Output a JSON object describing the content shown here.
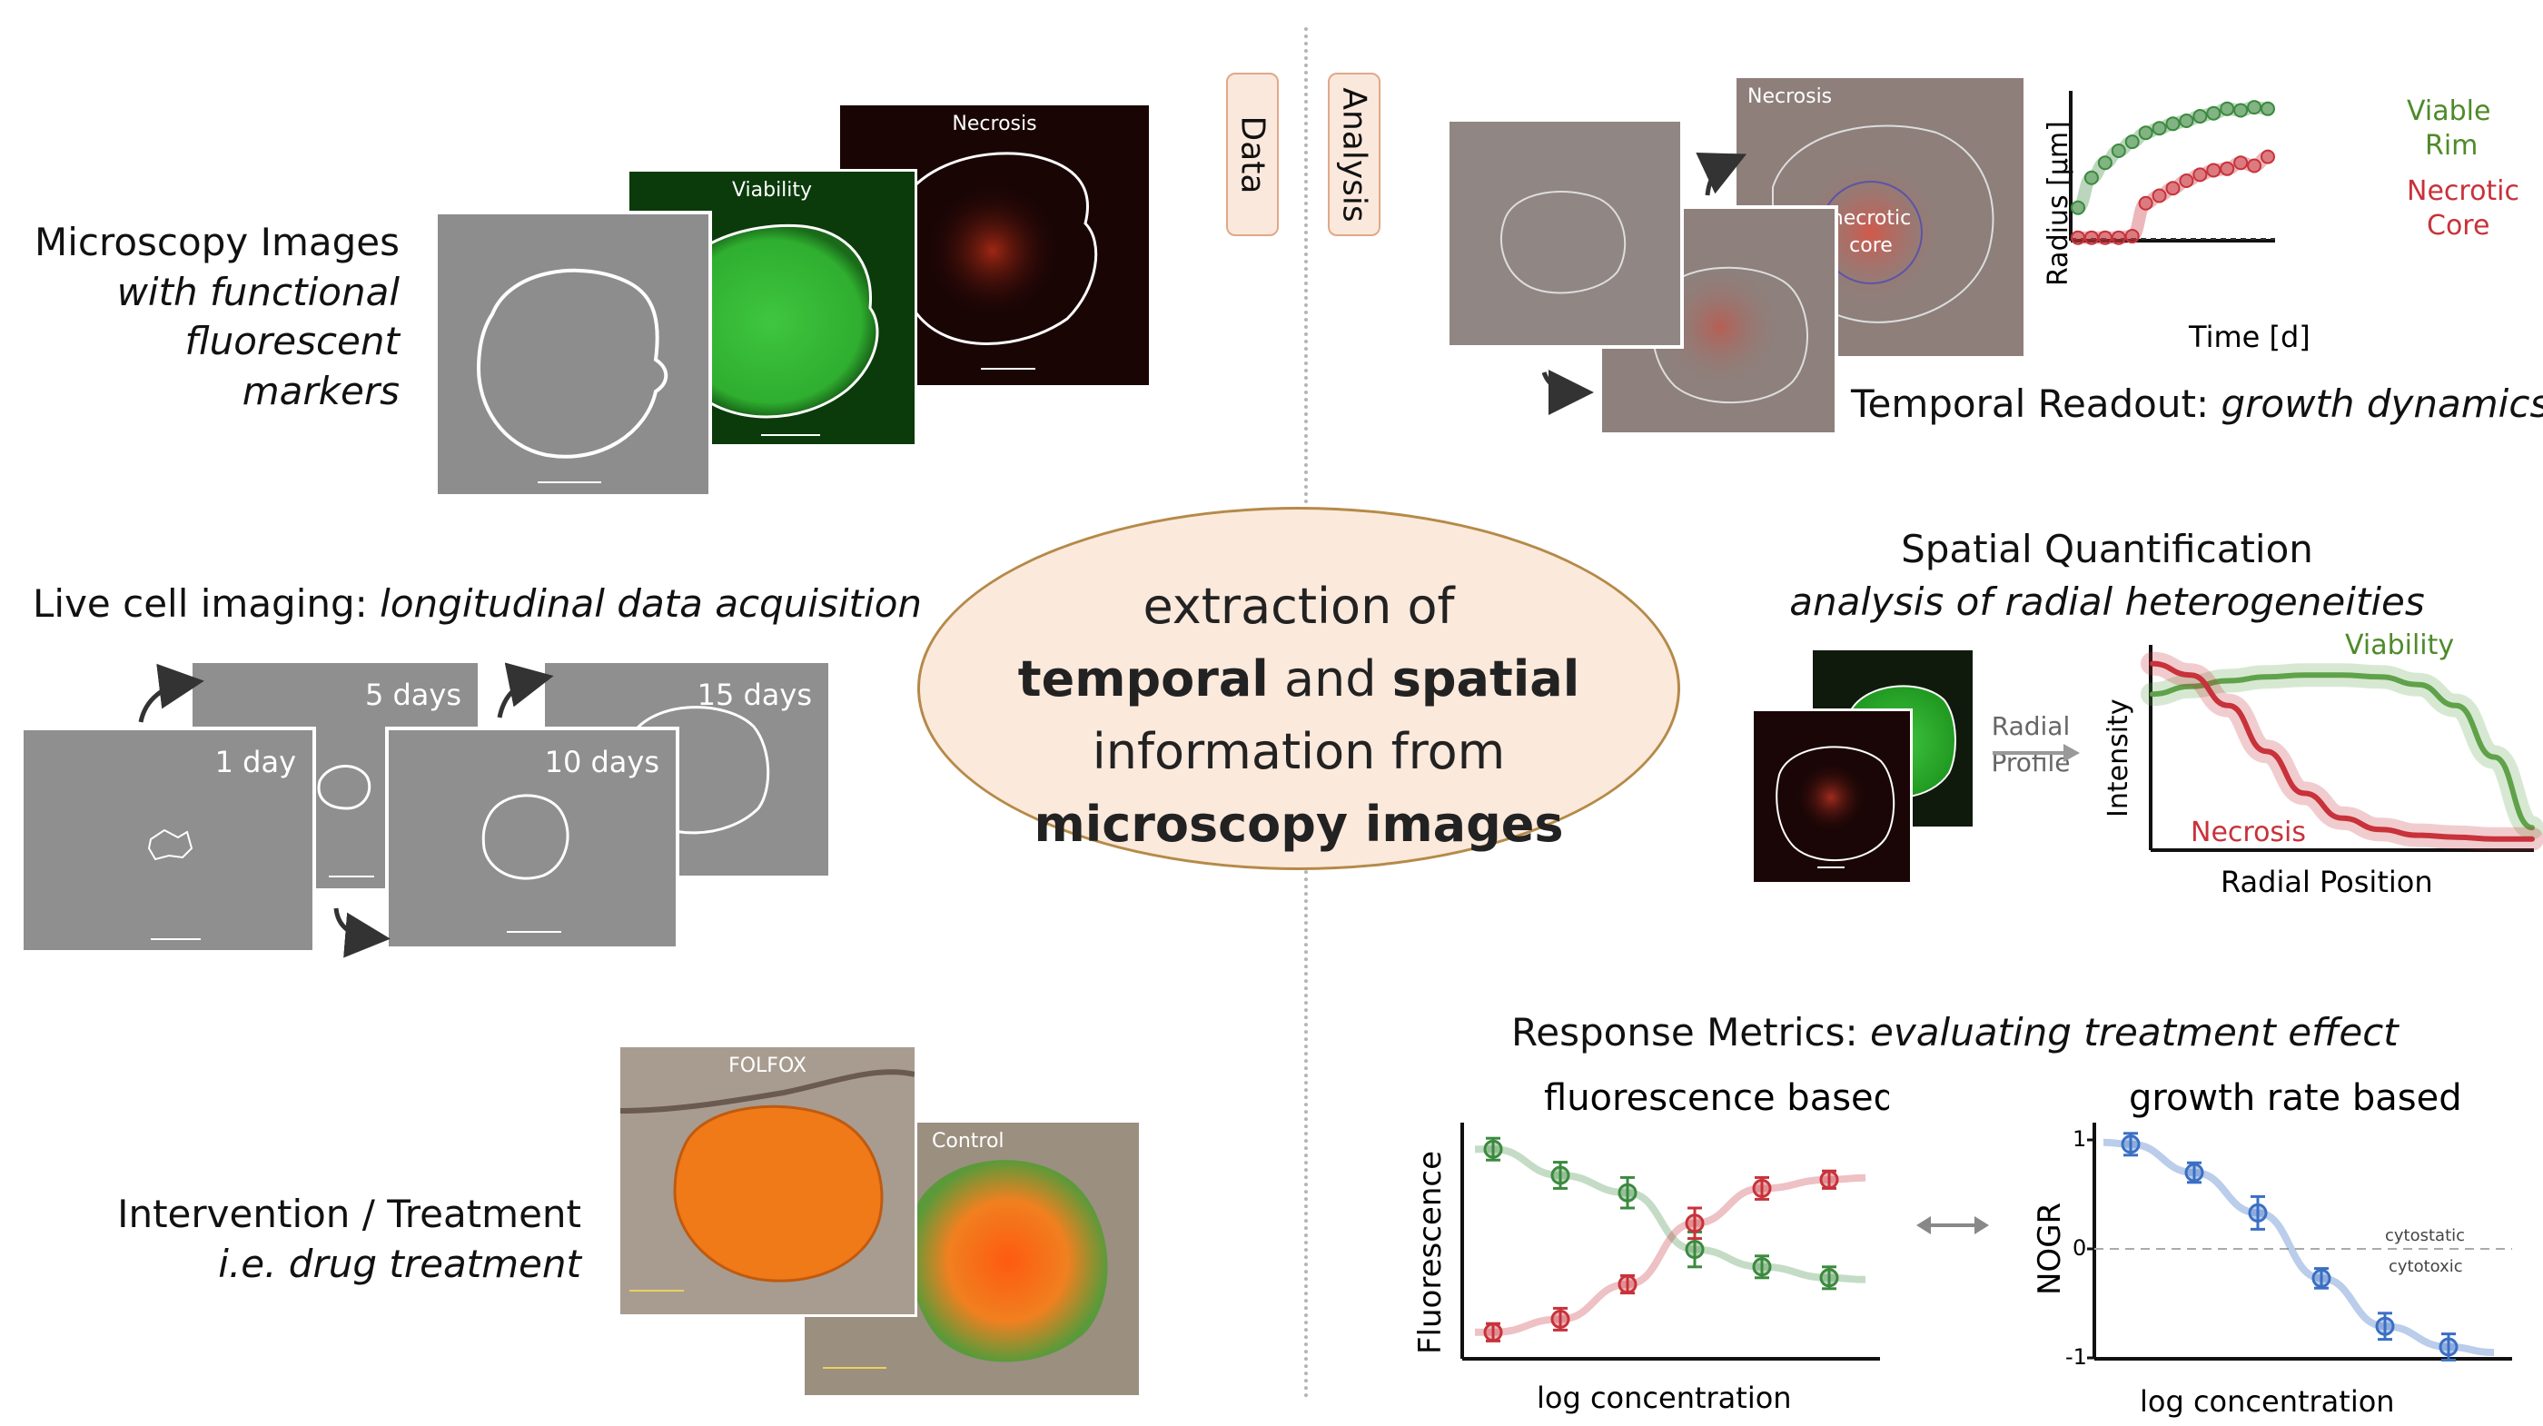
{
  "microscopy": {
    "title": "Microscopy Images",
    "subtitle_line1": "with functional",
    "subtitle_line2": "fluorescent markers",
    "viability": "Viability",
    "necrosis": "Necrosis"
  },
  "tags": {
    "data": "Data",
    "analysis": "Analysis"
  },
  "live": {
    "title_normal": "Live cell imaging:",
    "title_italic": "longitudinal data acquisition",
    "day1": "1 day",
    "day5": "5 days",
    "day10": "10 days",
    "day15": "15 days"
  },
  "treatment": {
    "title": "Intervention / Treatment",
    "subtitle": "i.e. drug treatment",
    "folfox": "FOLFOX",
    "control": "Control"
  },
  "center": {
    "line1": "extraction of",
    "line2_bold1": "temporal",
    "line2_mid": "and",
    "line2_bold2": "spatial",
    "line3": "information from",
    "line4": "microscopy images"
  },
  "temporal": {
    "necrosis_label": "Necrosis",
    "core_line1": "necrotic",
    "core_line2": "core",
    "title_normal": "Temporal Readout:",
    "title_italic": "growth dynamics",
    "ylabel": "Radius [µm]",
    "xlabel": "Time [d]",
    "viable_line1": "Viable",
    "viable_line2": "Rim",
    "necrotic_line1": "Necrotic",
    "necrotic_line2": "Core"
  },
  "spatial": {
    "title": "Spatial Quantification",
    "subtitle": "analysis of radial heterogeneities",
    "radial_line1": "Radial",
    "radial_line2": "Profile",
    "ylabel": "Intensity",
    "xlabel": "Radial Position",
    "viability": "Viability",
    "necrosis": "Necrosis"
  },
  "response": {
    "title_normal": "Response Metrics:",
    "title_italic": "evaluating treatment effect",
    "fluor_title": "fluorescence based",
    "fluor_ylabel": "Fluorescence",
    "fluor_xlabel": "log concentration",
    "growth_title": "growth rate based",
    "growth_ylabel": "NOGR",
    "growth_xlabel": "log concentration",
    "cytostatic": "cytostatic",
    "cytotoxic": "cytotoxic",
    "tick_1": "1",
    "tick_0": "0",
    "tick_m1": "-1"
  },
  "chart_data": [
    {
      "type": "scatter",
      "title": "",
      "xlabel": "Time [d]",
      "ylabel": "Radius [µm]",
      "series": [
        {
          "name": "Viable Rim",
          "color": "#3b8a3e",
          "x": [
            1,
            2,
            3,
            4,
            5,
            6,
            7,
            8,
            9,
            10,
            11,
            12,
            13,
            14,
            15
          ],
          "y": [
            0.22,
            0.42,
            0.52,
            0.6,
            0.66,
            0.72,
            0.75,
            0.78,
            0.8,
            0.83,
            0.85,
            0.88,
            0.87,
            0.89,
            0.88
          ]
        },
        {
          "name": "Necrotic Core",
          "color": "#c8323a",
          "x": [
            1,
            2,
            3,
            4,
            5,
            6,
            7,
            8,
            9,
            10,
            11,
            12,
            13,
            14,
            15
          ],
          "y": [
            0.02,
            0.02,
            0.02,
            0.02,
            0.03,
            0.25,
            0.3,
            0.35,
            0.4,
            0.44,
            0.47,
            0.48,
            0.52,
            0.5,
            0.56
          ]
        }
      ]
    },
    {
      "type": "line",
      "title": "",
      "xlabel": "Radial Position",
      "ylabel": "Intensity",
      "series": [
        {
          "name": "Viability",
          "color": "#5fa24a",
          "x": [
            0,
            0.1,
            0.2,
            0.3,
            0.4,
            0.5,
            0.6,
            0.7,
            0.8,
            0.9,
            1.0
          ],
          "y": [
            0.78,
            0.82,
            0.85,
            0.87,
            0.88,
            0.88,
            0.87,
            0.83,
            0.72,
            0.45,
            0.08
          ]
        },
        {
          "name": "Necrosis",
          "color": "#c8323a",
          "x": [
            0,
            0.1,
            0.2,
            0.3,
            0.4,
            0.5,
            0.6,
            0.7,
            0.8,
            0.9,
            1.0
          ],
          "y": [
            0.94,
            0.88,
            0.72,
            0.48,
            0.26,
            0.13,
            0.07,
            0.04,
            0.03,
            0.02,
            0.02
          ]
        }
      ]
    },
    {
      "type": "scatter",
      "title": "fluorescence based",
      "xlabel": "log concentration",
      "ylabel": "Fluorescence",
      "series": [
        {
          "name": "",
          "color": "#3b8a3e",
          "x": [
            1,
            2,
            3,
            4,
            5,
            6
          ],
          "y": [
            0.92,
            0.8,
            0.72,
            0.46,
            0.38,
            0.33
          ],
          "err": [
            0.05,
            0.06,
            0.07,
            0.08,
            0.05,
            0.05
          ]
        },
        {
          "name": "",
          "color": "#c8323a",
          "x": [
            1,
            2,
            3,
            4,
            5,
            6
          ],
          "y": [
            0.08,
            0.14,
            0.3,
            0.58,
            0.74,
            0.78
          ],
          "err": [
            0.04,
            0.05,
            0.04,
            0.07,
            0.05,
            0.04
          ]
        }
      ]
    },
    {
      "type": "scatter",
      "title": "growth rate based",
      "xlabel": "log concentration",
      "ylabel": "NOGR",
      "ylim": [
        -1,
        1
      ],
      "series": [
        {
          "name": "",
          "color": "#3a6fc4",
          "x": [
            1,
            2,
            3,
            4,
            5,
            6
          ],
          "y": [
            0.96,
            0.7,
            0.33,
            -0.27,
            -0.71,
            -0.9
          ],
          "err": [
            0.1,
            0.09,
            0.15,
            0.09,
            0.12,
            0.12
          ]
        }
      ]
    }
  ]
}
